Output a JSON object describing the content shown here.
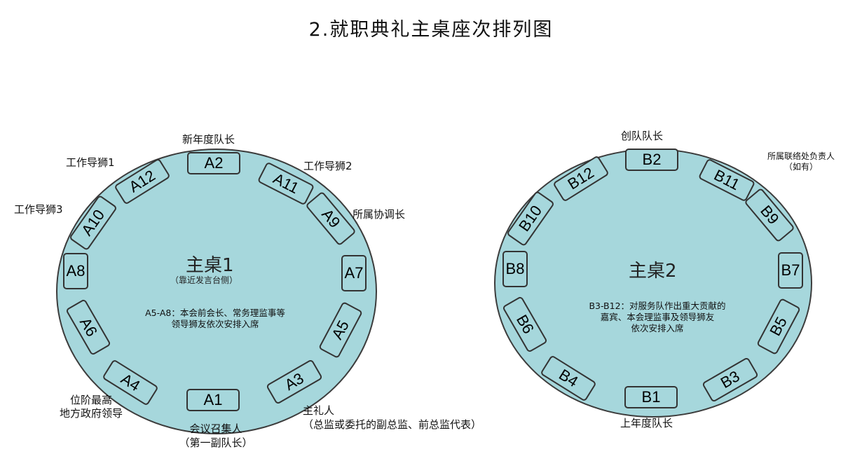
{
  "title": "2.就职典礼主桌座次排列图",
  "table1": {
    "title": "主桌1",
    "subtitle": "（靠近发言台侧）",
    "note": [
      "A5-A8：本会前会长、常务理监事等",
      "领导狮友依次安排入席"
    ],
    "seats": {
      "A1": "A1",
      "A2": "A2",
      "A3": "A3",
      "A4": "A4",
      "A5": "A5",
      "A6": "A6",
      "A7": "A7",
      "A8": "A8",
      "A9": "A9",
      "A10": "A10",
      "A11": "A11",
      "A12": "A12"
    },
    "labels": {
      "a2": "新年度队长",
      "a12": "工作导狮1",
      "a11": "工作导狮2",
      "a10": "工作导狮3",
      "a9": "所属协调长",
      "a4": [
        "位阶最高",
        "地方政府领导"
      ],
      "a1": [
        "会议召集人",
        "（第一副队长）"
      ],
      "a3": [
        "主礼人",
        "（总监或委托的副总监、前总监代表）"
      ]
    }
  },
  "table2": {
    "title": "主桌2",
    "note": [
      "B3-B12：对服务队作出重大贡献的",
      "嘉宾、本会理监事及领导狮友",
      "依次安排入席"
    ],
    "seats": {
      "B1": "B1",
      "B2": "B2",
      "B3": "B3",
      "B4": "B4",
      "B5": "B5",
      "B6": "B6",
      "B7": "B7",
      "B8": "B8",
      "B9": "B9",
      "B10": "B10",
      "B11": "B11",
      "B12": "B12"
    },
    "labels": {
      "b2": "创队队长",
      "b11": [
        "所属联络处负责人",
        "（如有）"
      ],
      "b1": "上年度队长"
    }
  },
  "colors": {
    "table_fill": "#a6d7dc",
    "seat_border": "#333333"
  }
}
